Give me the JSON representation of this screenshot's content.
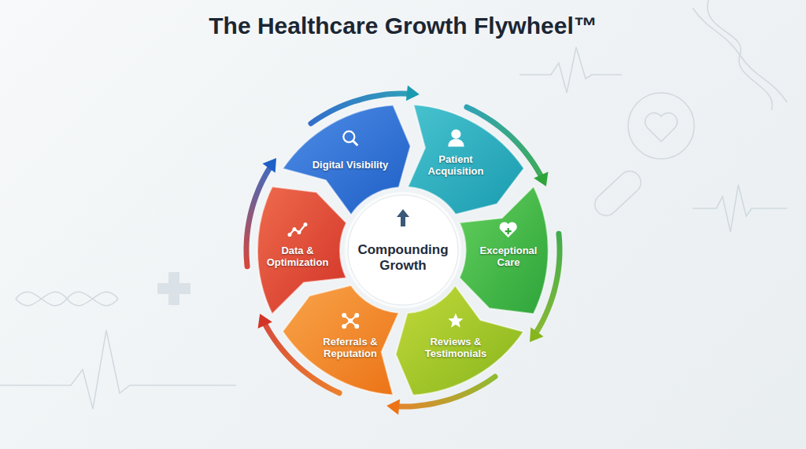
{
  "diagram": {
    "title": "The Healthcare Growth Flywheel™",
    "nodes": [
      {
        "text": [
          "Digital Visibility"
        ]
      },
      {
        "text": [
          "Patient Acquisition"
        ]
      },
      {
        "text": [
          "Exceptional Care"
        ]
      },
      {
        "text": [
          "Reviews & Testimonials"
        ]
      },
      {
        "text": [
          "Referrals & Reputation"
        ]
      },
      {
        "text": [
          "Data & Optimization"
        ]
      },
      {
        "text": [
          "Compounding Growth"
        ]
      }
    ],
    "edges": [
      {
        "from": 0,
        "to": 1,
        "arrow": "to"
      },
      {
        "from": 1,
        "to": 2,
        "arrow": "to"
      },
      {
        "from": 2,
        "to": 3,
        "arrow": "to"
      },
      {
        "from": 3,
        "to": 4,
        "arrow": "to"
      },
      {
        "from": 4,
        "to": 5,
        "arrow": "to"
      },
      {
        "from": 5,
        "to": 0,
        "arrow": "to"
      }
    ]
  }
}
